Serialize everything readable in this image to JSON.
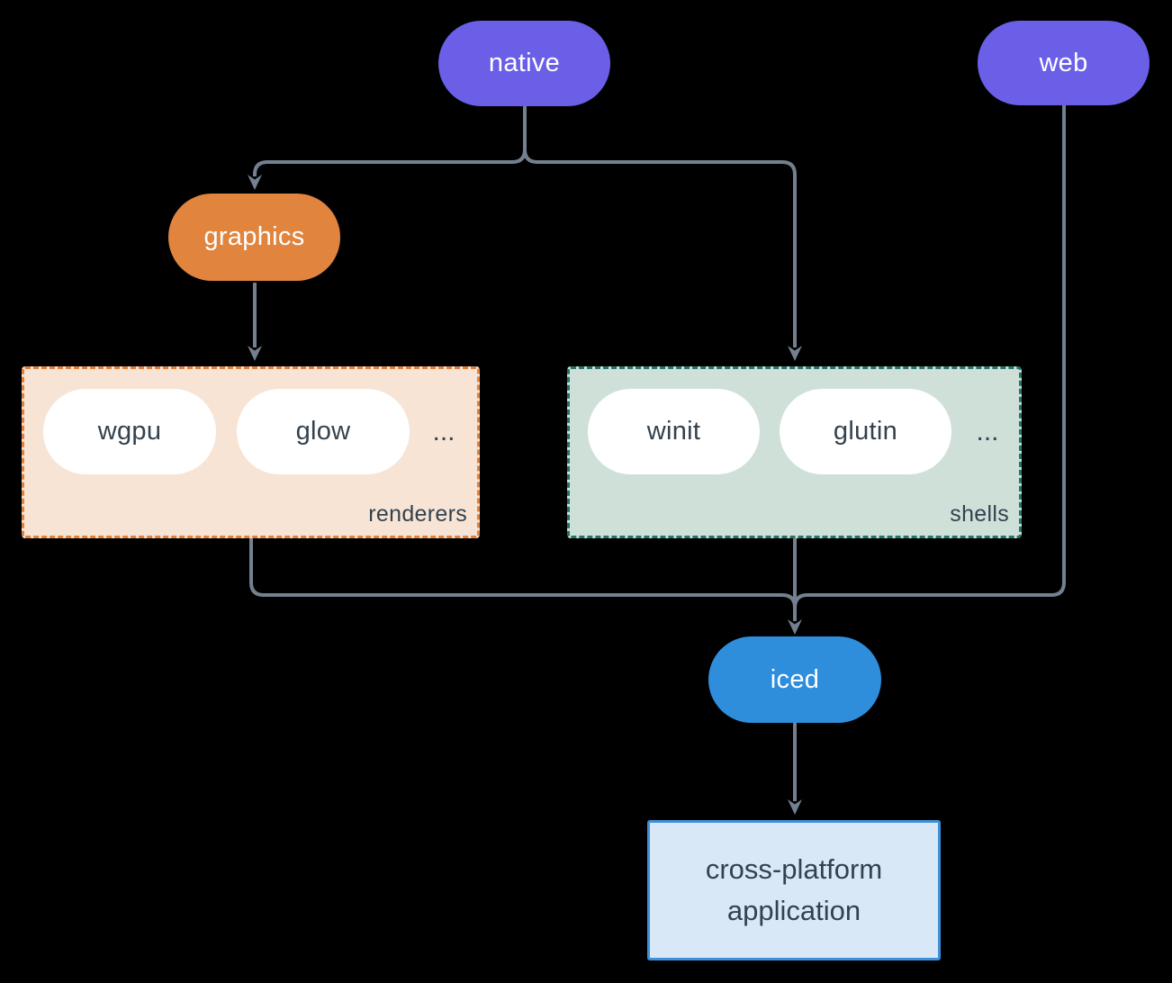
{
  "diagram": {
    "nodes": {
      "native": {
        "label": "native",
        "color": "#6B5FE8"
      },
      "web": {
        "label": "web",
        "color": "#6B5FE8"
      },
      "graphics": {
        "label": "graphics",
        "color": "#E0843E"
      },
      "iced": {
        "label": "iced",
        "color": "#2E8EDC"
      },
      "application": {
        "line1": "cross-platform",
        "line2": "application",
        "fill": "#D8E8F7",
        "border": "#3E90DC"
      }
    },
    "groups": {
      "renderers": {
        "label": "renderers",
        "items": [
          "wgpu",
          "glow"
        ],
        "more": "...",
        "fill": "#F8E4D4",
        "border": "#E0813C"
      },
      "shells": {
        "label": "shells",
        "items": [
          "winit",
          "glutin"
        ],
        "more": "...",
        "fill": "#CFE0D9",
        "border": "#26756A"
      }
    },
    "edges": [
      {
        "from": "native",
        "to": "graphics"
      },
      {
        "from": "native",
        "to": "shells"
      },
      {
        "from": "graphics",
        "to": "renderers"
      },
      {
        "from": "renderers",
        "to": "iced"
      },
      {
        "from": "shells",
        "to": "iced"
      },
      {
        "from": "web",
        "to": "iced"
      },
      {
        "from": "iced",
        "to": "application"
      }
    ],
    "colors": {
      "background": "#000000",
      "connector": "#73808F",
      "pill_text_light": "#FFFFFF",
      "pill_text_dark": "#33424F"
    }
  }
}
